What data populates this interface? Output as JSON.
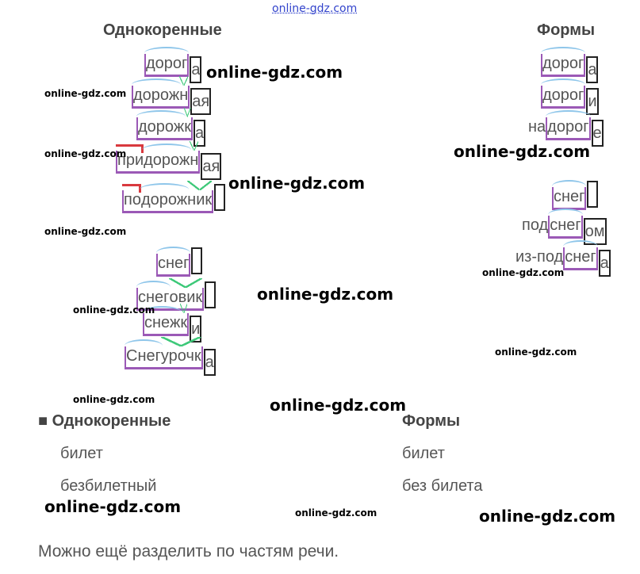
{
  "watermark": "online-gdz.com",
  "left_heading": "Однокоренные",
  "right_heading": "Формы",
  "left_words": [
    {
      "root": "дорог",
      "ending": "а"
    },
    {
      "root": "дорож",
      "suffix": "н",
      "ending": "ая"
    },
    {
      "root": "дорож",
      "suffix": "к",
      "ending": "а"
    },
    {
      "prefix": "при",
      "root": "дорож",
      "suffix": "н",
      "ending": "ая"
    },
    {
      "prefix": "по",
      "root": "дорож",
      "suffix": "ник",
      "ending": ""
    },
    {
      "root": "снег",
      "ending": ""
    },
    {
      "root": "снег",
      "suffix": "овик",
      "ending": ""
    },
    {
      "root": "снеж",
      "suffix": "к",
      "ending": "и"
    },
    {
      "root": "Снег",
      "suffix": "урочк",
      "ending": "а"
    }
  ],
  "right_words": [
    {
      "root": "дорог",
      "ending": "а"
    },
    {
      "root": "дорог",
      "ending": "и"
    },
    {
      "pre": "на ",
      "root": "дорог",
      "ending": "е"
    },
    {
      "root": "снег",
      "ending": ""
    },
    {
      "pre": "под ",
      "root": "снег",
      "ending": "ом"
    },
    {
      "pre": "из-под ",
      "root": "снег",
      "ending": "а"
    }
  ],
  "section2": {
    "left_heading": "Однокоренные",
    "bullet": "■",
    "right_heading": "Формы",
    "left_items": [
      "билет",
      "безбилетный"
    ],
    "right_items": [
      "билет",
      "без билета"
    ]
  },
  "note": "Можно ещё разделить по частям речи."
}
